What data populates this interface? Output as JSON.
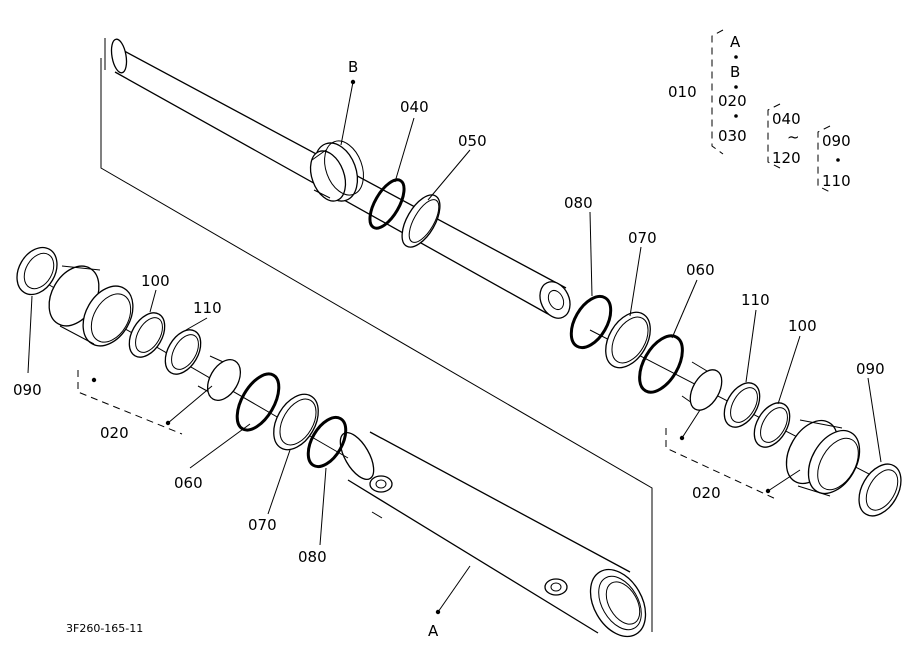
{
  "labels": {
    "a_bottom": "A",
    "b_top": "B",
    "p040": "040",
    "p050": "050",
    "p080_right": "080",
    "p070_right": "070",
    "p060_right": "060",
    "p110_right": "110",
    "p100_right": "100",
    "p090_right": "090",
    "p020_right": "020",
    "p100_left": "100",
    "p110_left": "110",
    "p090_left": "090",
    "p020_left": "020",
    "p060_left": "060",
    "p070_left": "070",
    "p080_left": "080"
  },
  "legend": {
    "top": "010",
    "a": "A",
    "b": "B",
    "p020": "020",
    "p030": "030",
    "p040": "040",
    "tilde": "~",
    "p120": "120",
    "p090": "090",
    "p110": "110"
  },
  "figure_ref": "3F260-165-11"
}
